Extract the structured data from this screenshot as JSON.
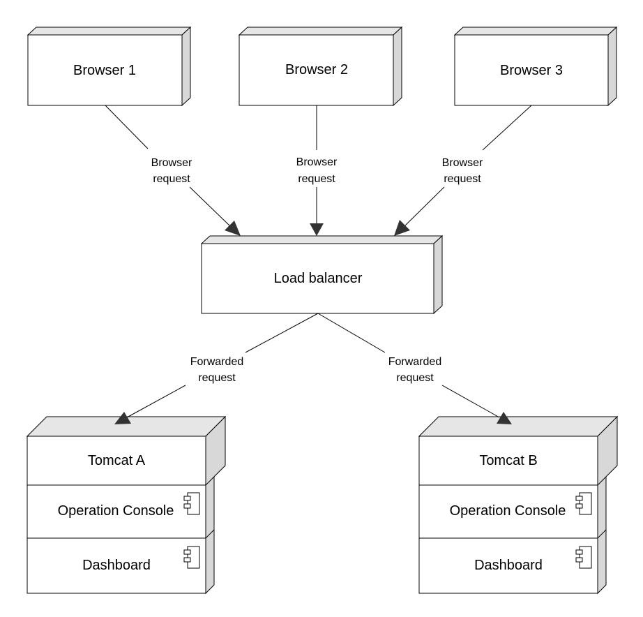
{
  "nodes": {
    "browser1": "Browser 1",
    "browser2": "Browser 2",
    "browser3": "Browser 3",
    "load_balancer": "Load balancer",
    "tomcat_a": {
      "title": "Tomcat A",
      "components": [
        "Operation Console",
        "Dashboard"
      ]
    },
    "tomcat_b": {
      "title": "Tomcat B",
      "components": [
        "Operation Console",
        "Dashboard"
      ]
    }
  },
  "edges": {
    "browser_request": [
      "Browser",
      "request"
    ],
    "forwarded_request": [
      "Forwarded",
      "request"
    ]
  },
  "colors": {
    "node_fill": "#ffffff",
    "node_side": "#d8d8d8",
    "node_top": "#e6e6e6",
    "arrow": "#333333"
  }
}
